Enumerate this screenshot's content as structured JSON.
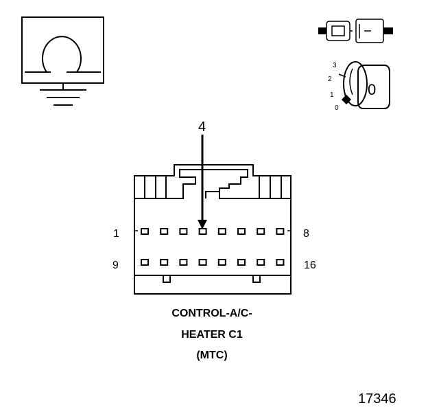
{
  "arrow_label": "4",
  "pins": {
    "first_top": "1",
    "last_top": "8",
    "first_bottom": "9",
    "last_bottom": "16"
  },
  "ignition": {
    "pos3": "3",
    "pos2": "2",
    "pos1": "1",
    "pos0": "0",
    "key_label": "0"
  },
  "caption": {
    "line1": "CONTROL-A/C-",
    "line2": "HEATER C1",
    "line3": "(MTC)"
  },
  "figure_number": "17346"
}
